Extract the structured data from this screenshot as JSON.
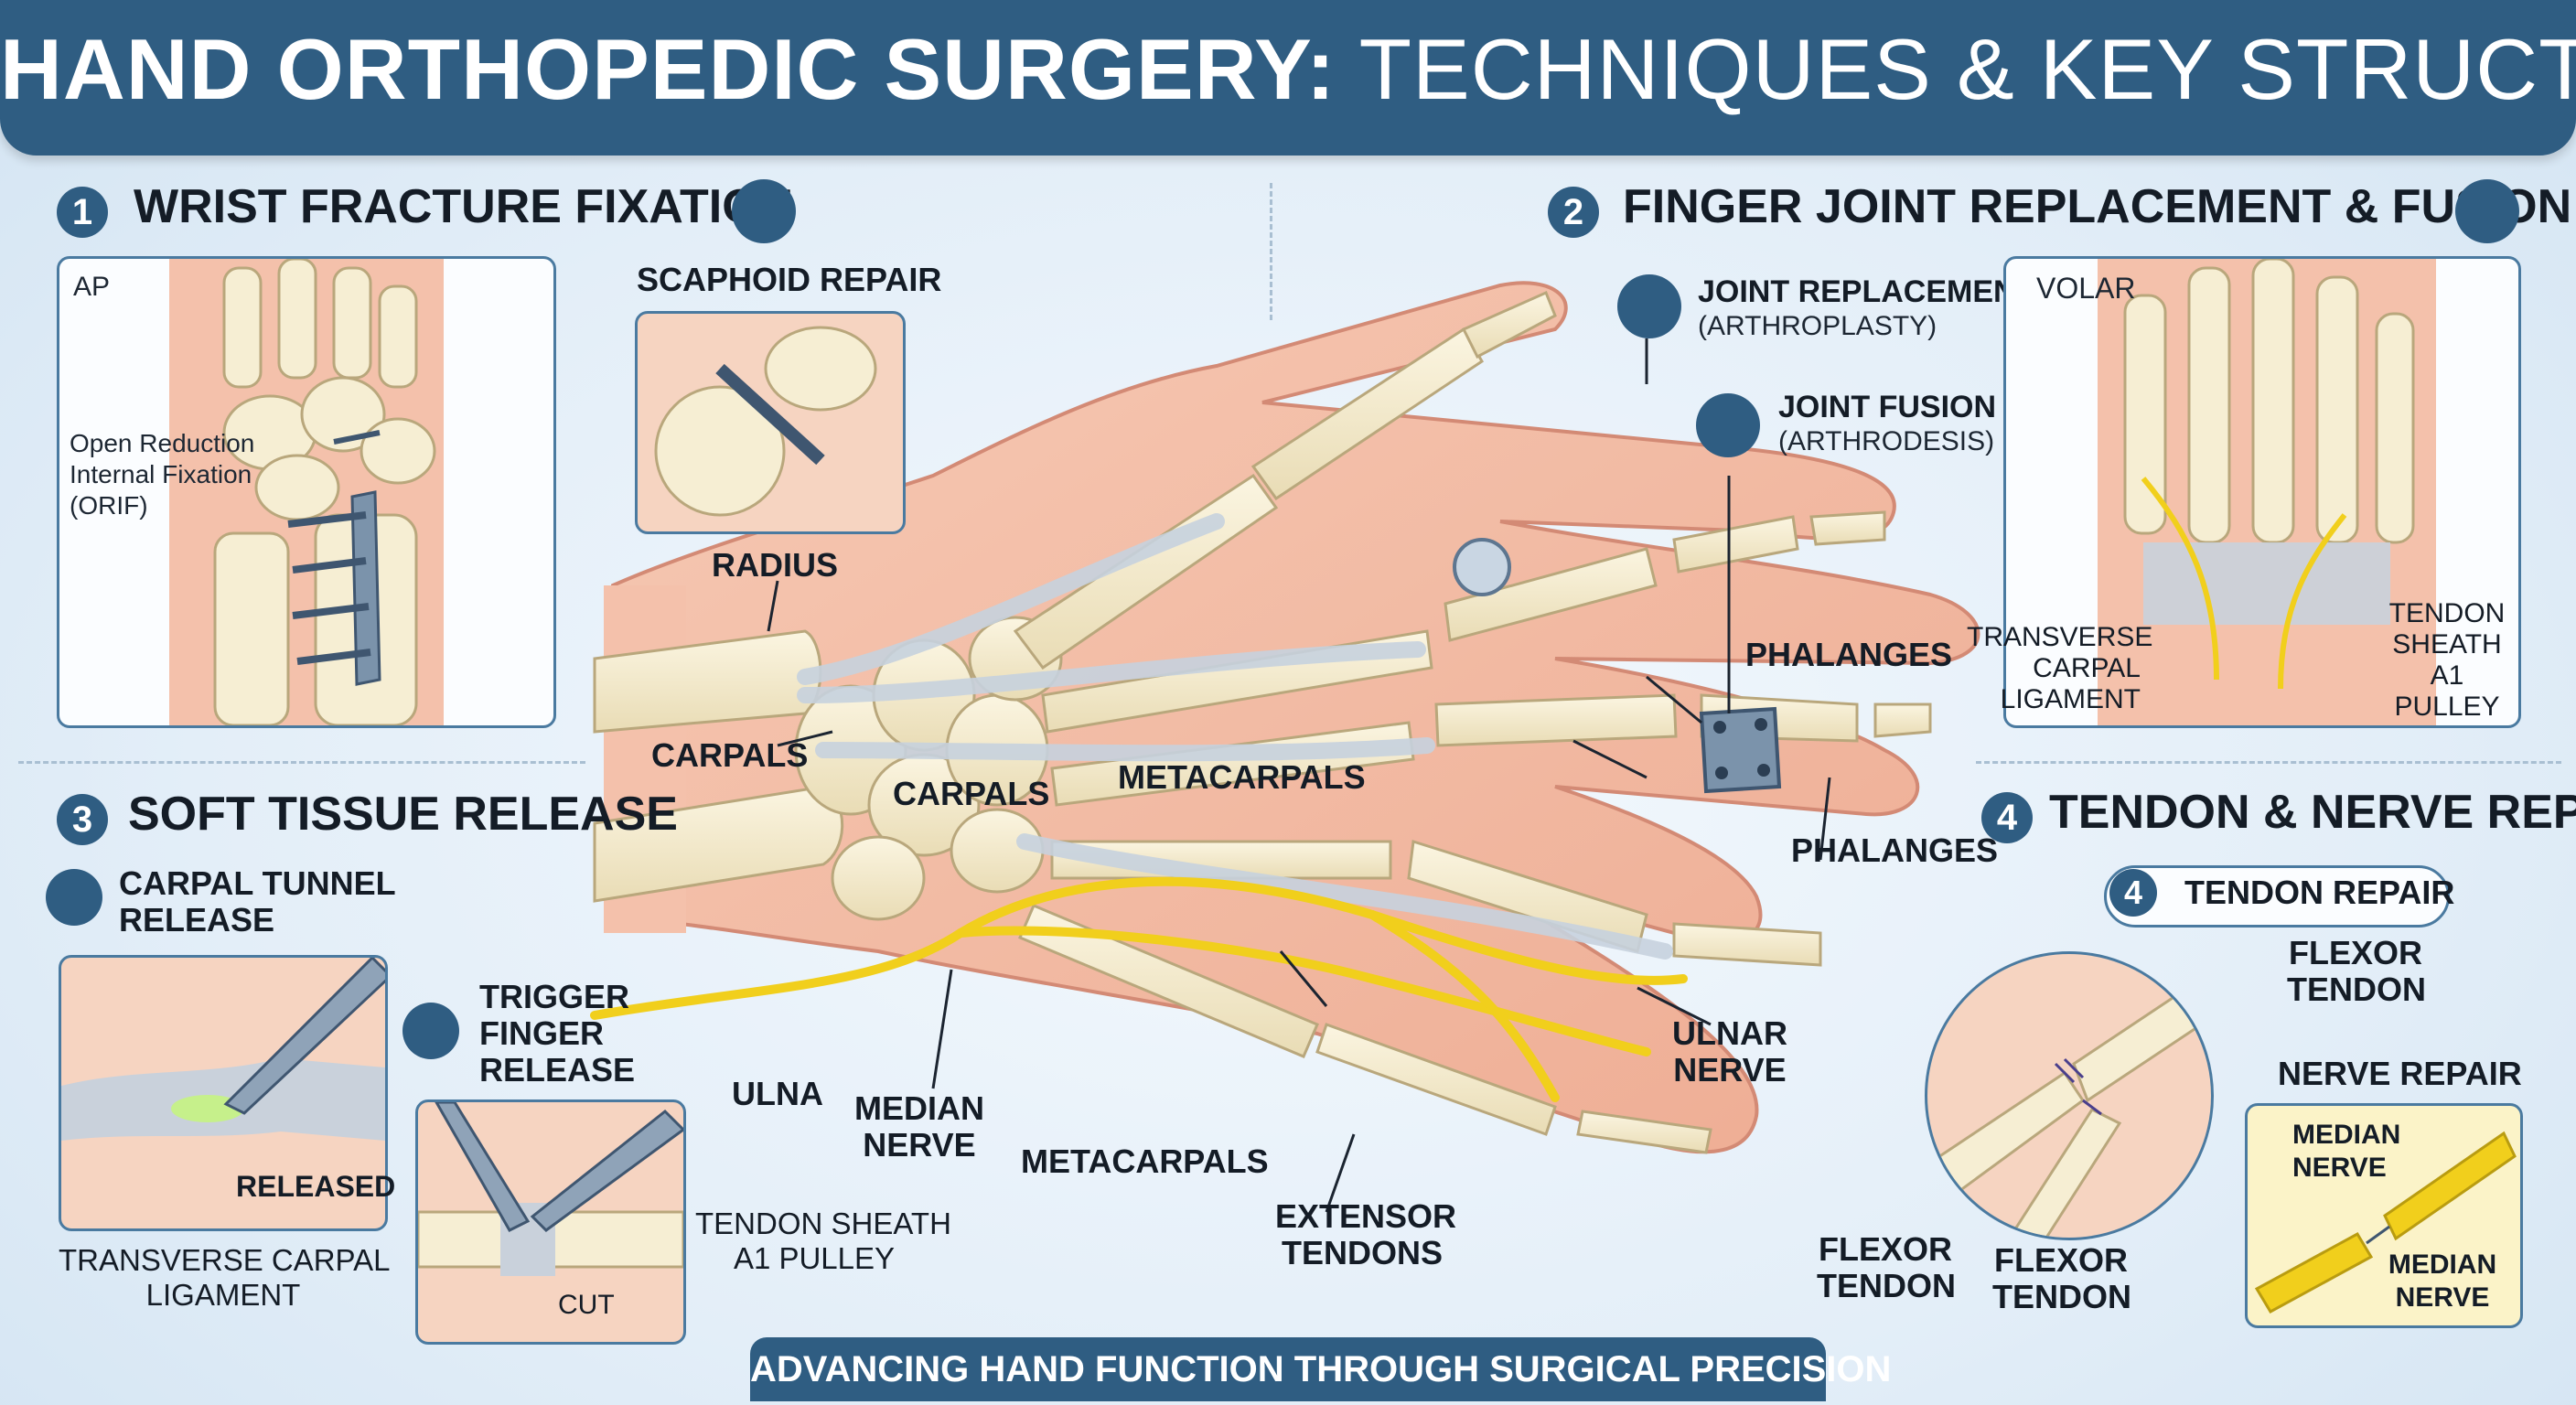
{
  "title": {
    "bold": "HAND ORTHOPEDIC SURGERY:",
    "light": " TECHNIQUES & KEY STRUCTURES"
  },
  "sections": {
    "s1": {
      "num": "1",
      "title": "WRIST FRACTURE FIXATION"
    },
    "s2": {
      "num": "2",
      "title": "FINGER JOINT REPLACEMENT & FUSION"
    },
    "s3": {
      "num": "3",
      "title": "SOFT TISSUE RELEASE"
    },
    "s4": {
      "num": "4",
      "title": "TENDON & NERVE REPAIR"
    }
  },
  "wrist": {
    "view": "AP",
    "orif": [
      "Open Reduction",
      "Internal Fixation",
      "(ORIF)"
    ],
    "scaphoid": "SCAPHOID REPAIR"
  },
  "center": {
    "radius": "RADIUS",
    "carpals_left": "CARPALS",
    "carpals_mid": "CARPALS",
    "metacarpals_top": "METACARPALS",
    "metacarpals_bottom": "METACARPALS",
    "phalanges_top": "PHALANGES",
    "phalanges_mid": "PHALANGES",
    "ulna": "ULNA",
    "median_nerve": [
      "MEDIAN",
      "NERVE"
    ],
    "ulnar_nerve": [
      "ULNAR",
      "NERVE"
    ],
    "extensor": [
      "EXTENSOR",
      "TENDONS"
    ],
    "joint_replacement": [
      "JOINT REPLACEMENT",
      "(ARTHROPLASTY)"
    ],
    "joint_fusion": [
      "JOINT FUSION",
      "(ARTHRODESIS)"
    ]
  },
  "volar": {
    "view": "VOLAR",
    "tcl": [
      "TRANSVERSE",
      "CARPAL",
      "LIGAMENT"
    ],
    "sheath": [
      "TENDON",
      "SHEATH",
      "A1",
      "PULLEY"
    ]
  },
  "release": {
    "ctr": [
      "CARPAL TUNNEL",
      "RELEASE"
    ],
    "released": "RELEASED",
    "tcl": [
      "TRANSVERSE CARPAL",
      "LIGAMENT"
    ],
    "trigger": [
      "TRIGGER",
      "FINGER",
      "RELEASE"
    ],
    "cut": "CUT",
    "sheath": [
      "TENDON SHEATH",
      "A1 PULLEY"
    ]
  },
  "repair": {
    "pill_num": "4",
    "pill": "TENDON REPAIR",
    "flexor_top": [
      "FLEXOR",
      "TENDON"
    ],
    "flexor_bl": [
      "FLEXOR",
      "TENDON"
    ],
    "flexor_bm": [
      "FLEXOR",
      "TENDON"
    ],
    "nerve_repair": "NERVE REPAIR",
    "median_top": [
      "MEDIAN",
      "NERVE"
    ],
    "median_bot": [
      "MEDIAN",
      "NERVE"
    ]
  },
  "footer": "ADVANCING HAND FUNCTION THROUGH SURGICAL PRECISION",
  "colors": {
    "header": "#2f5d82",
    "skin": "#f3bda6",
    "bone": "#f2e8c9",
    "nerve": "#f2d21e",
    "tendon": "#cfd8e2",
    "hardware": "#5d7690"
  }
}
